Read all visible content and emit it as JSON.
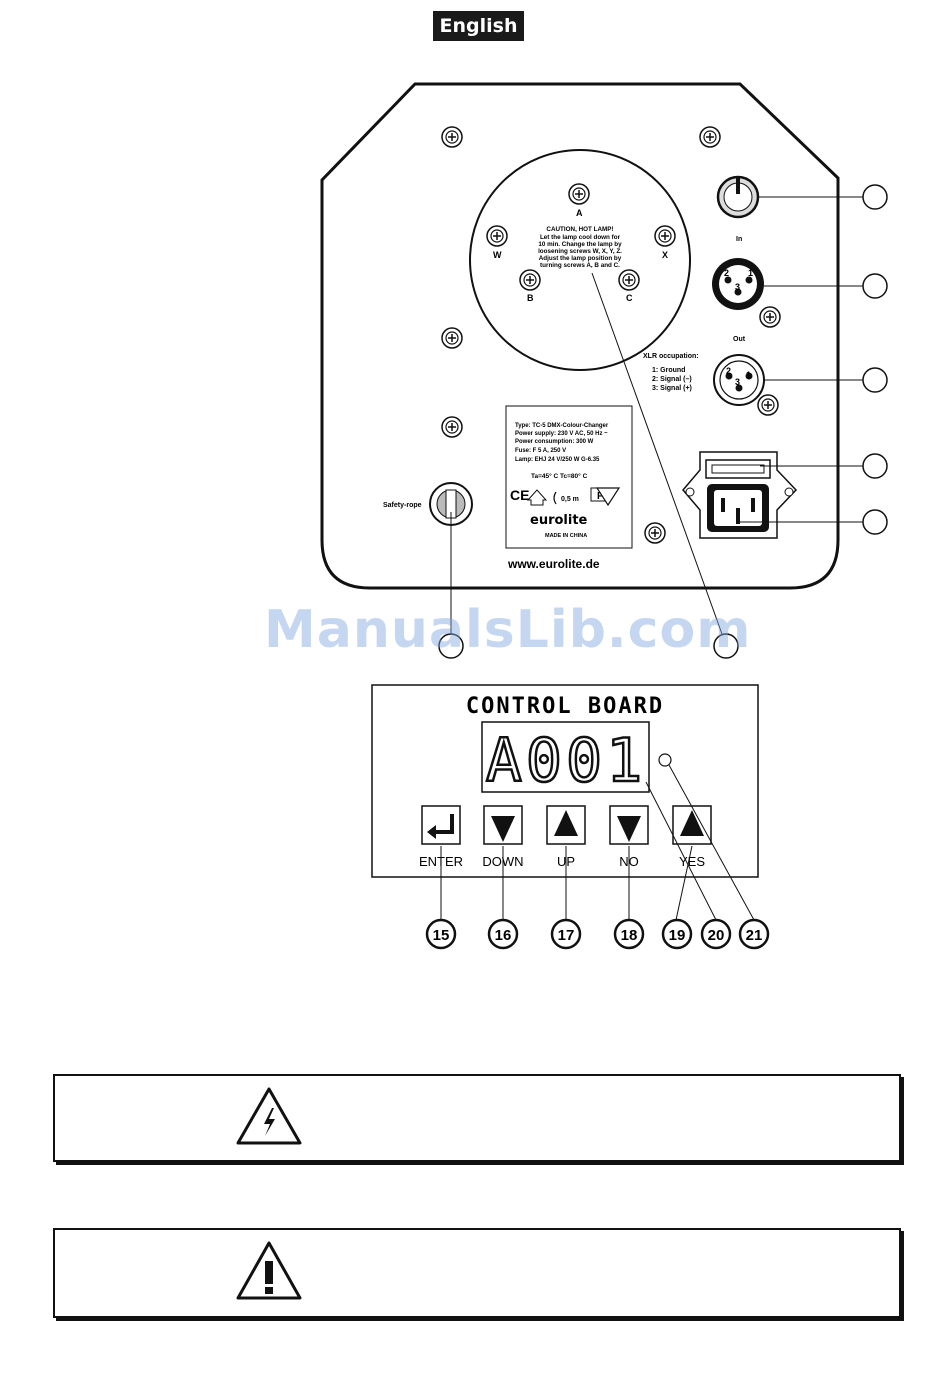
{
  "header": {
    "language": "English"
  },
  "watermark": "ManualsLib.com",
  "device": {
    "lamp_labels": {
      "A": "A",
      "B": "B",
      "C": "C",
      "W": "W",
      "X": "X"
    },
    "caution_lines": [
      "CAUTION, HOT LAMP!",
      "Let the lamp cool down for",
      "10 min. Change the lamp by",
      "loosening screws W, X, Y, Z.",
      "Adjust the lamp position by",
      "turning screws A, B and C."
    ],
    "in_label": "In",
    "out_label": "Out",
    "xlr_title": "XLR occupation:",
    "xlr_lines": [
      "1: Ground",
      "2: Signal (–)",
      "3: Signal (+)"
    ],
    "xlr_pins": {
      "p1": "1",
      "p2": "2",
      "p3": "3"
    },
    "safety_rope": "Safety-rope",
    "label_lines": [
      "Type: TC-5 DMX-Colour-Changer",
      "Power supply: 230 V AC, 50 Hz ~",
      "Power consumption: 300 W",
      "Fuse: F 5 A, 250 V",
      "Lamp: EHJ 24 V/250 W G-6.35"
    ],
    "temps": "Ta=45° C  Tc=80° C",
    "ce": "CE",
    "distance": "0,5 m",
    "f_mark": "F",
    "brand": "eurolite",
    "made_in": "MADE IN CHINA",
    "website": "www.eurolite.de"
  },
  "control_board": {
    "title": "CONTROL BOARD",
    "display": "A001",
    "buttons": [
      {
        "label": "ENTER"
      },
      {
        "label": "DOWN"
      },
      {
        "label": "UP"
      },
      {
        "label": "NO"
      },
      {
        "label": "YES"
      }
    ],
    "callouts": [
      "15",
      "16",
      "17",
      "18",
      "19",
      "20",
      "21"
    ]
  }
}
